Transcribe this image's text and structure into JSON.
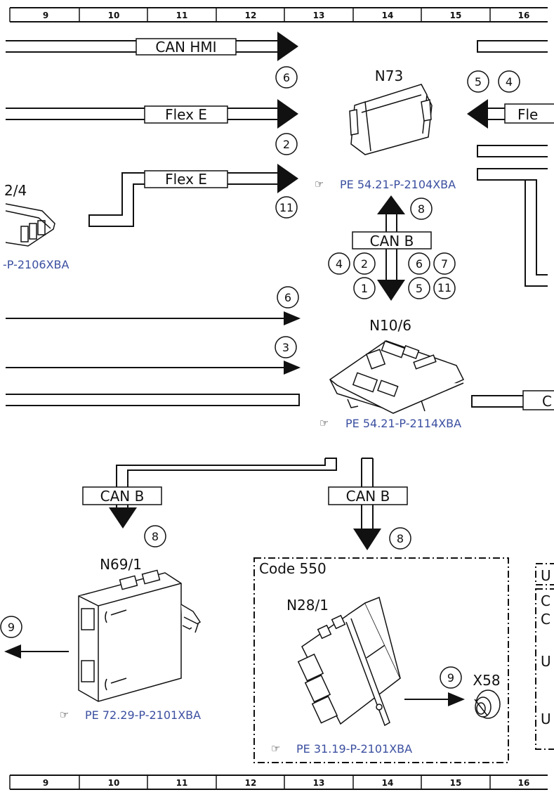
{
  "ruler": {
    "columns": [
      "9",
      "10",
      "11",
      "12",
      "13",
      "14",
      "15",
      "16"
    ]
  },
  "buses": {
    "can_hmi": "CAN HMI",
    "flex_e_1": "Flex E",
    "flex_e_2": "Flex E",
    "flex_right": "Fle",
    "can_b_center": "CAN B",
    "can_b_left": "CAN B",
    "can_b_mid": "CAN B",
    "c_right": "C"
  },
  "components": {
    "n73": "N73",
    "n10_6": "N10/6",
    "n69_1": "N69/1",
    "n28_1": "N28/1",
    "x58": "X58",
    "left_partial": "2/4"
  },
  "references": {
    "n73": "PE 54.21-P-2104XBA",
    "n10_6": "PE 54.21-P-2114XBA",
    "n69_1": "PE 72.29-P-2101XBA",
    "n28_1": "PE 31.19-P-2101XBA",
    "left_partial": "-P-2106XBA"
  },
  "code_box": {
    "label": "Code 550"
  },
  "right_partial_box": {
    "lines": [
      "U",
      "C",
      "C",
      "U",
      "U"
    ]
  },
  "circles": {
    "c_can_hmi": "6",
    "c_flex1": "2",
    "c_flex2": "11",
    "c_top5": "5",
    "c_top4": "4",
    "c_up8": "8",
    "c_l4": "4",
    "c_l2": "2",
    "c_l1": "1",
    "c_r6": "6",
    "c_r7": "7",
    "c_r5": "5",
    "c_r11": "11",
    "c_arrow6": "6",
    "c_arrow3": "3",
    "c_canb_left8": "8",
    "c_canb_mid8": "8",
    "c_left9": "9",
    "c_x58_9": "9"
  }
}
